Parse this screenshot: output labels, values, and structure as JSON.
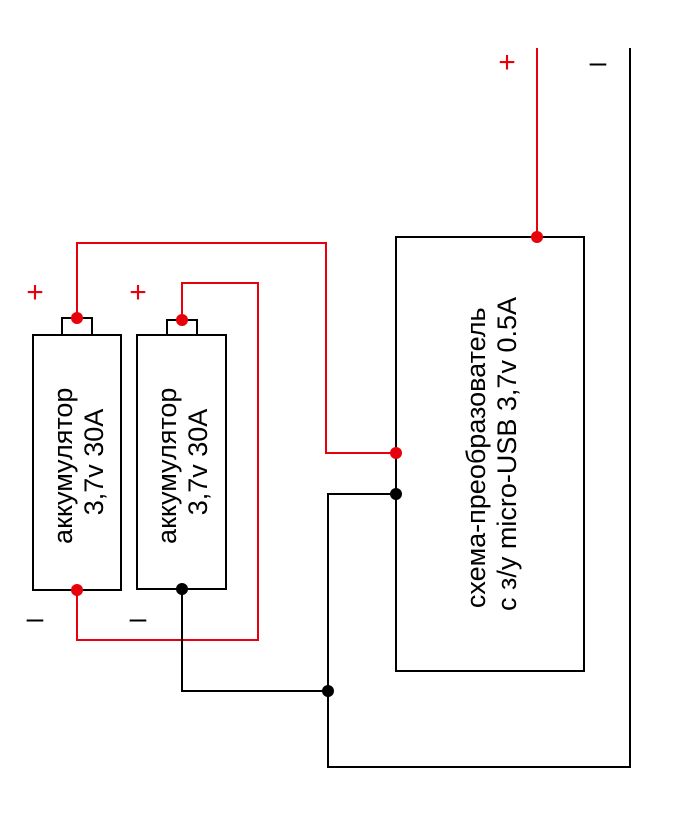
{
  "battery1": {
    "line1": "аккумулятор",
    "line2": "3,7v 30A",
    "plus": "+",
    "minus": "–"
  },
  "battery2": {
    "line1": "аккумулятор",
    "line2": "3,7v 30A",
    "plus": "+",
    "minus": "–"
  },
  "converter": {
    "line1": "схема-преобразователь",
    "line2": "с з/у micro-USB 3,7v 0.5A"
  },
  "output": {
    "plus": "+",
    "minus": "–"
  },
  "colors": {
    "positive_wire": "#e8000b",
    "negative_wire": "#000000"
  }
}
